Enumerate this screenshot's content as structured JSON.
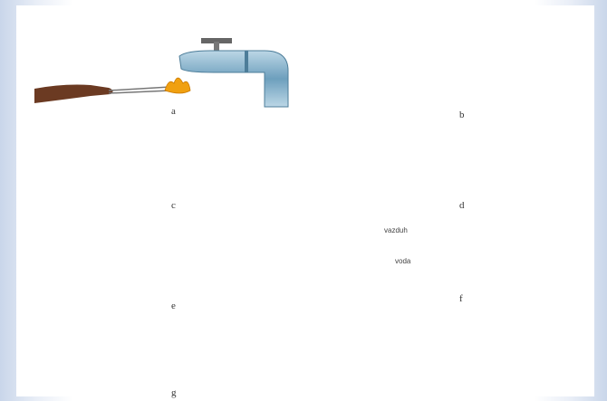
{
  "captions": {
    "a": "a",
    "b": "b",
    "c": "c",
    "d": "d",
    "e": "e",
    "f": "f",
    "g": "g"
  },
  "labels": {
    "air": "vazduh",
    "water": "voda"
  },
  "colors": {
    "water": "#7ec3ec",
    "water_light": "#cfe9f8",
    "skin": "#6b3a22",
    "skin_light": "#8a4e2f",
    "pipe": "#8fb3c7",
    "flame": "#f0a010",
    "cloth": "#8fd3c8"
  }
}
